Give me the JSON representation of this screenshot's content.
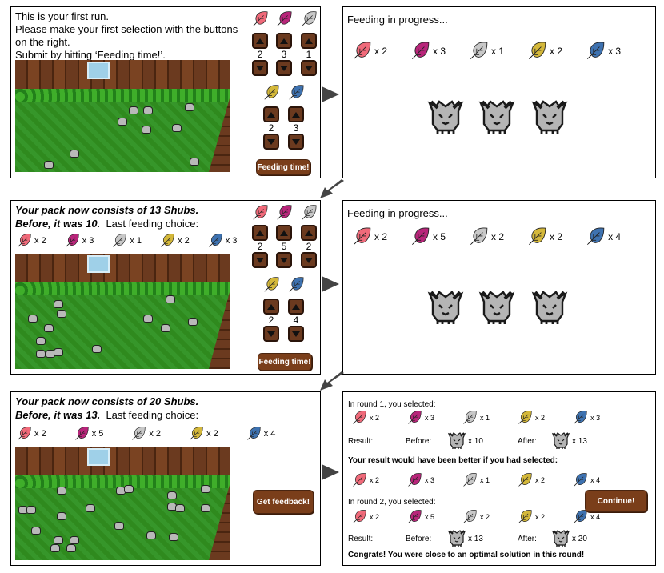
{
  "colors": {
    "pink": "#f06a7a",
    "magenta": "#b8257a",
    "silver": "#c8c8c8",
    "gold": "#d4b83a",
    "blue": "#3e72b0",
    "button_brown": "#7a3e1a"
  },
  "panel1": {
    "lines": [
      "This is your first run.",
      "Please make your first selection with the buttons",
      "on the right.",
      "Submit by hitting ‘Feeding time!’."
    ],
    "steppers": [
      "2",
      "3",
      "1",
      "2",
      "3"
    ],
    "button": "Feeding time!"
  },
  "panel2": {
    "title": "Feeding in progress...",
    "counts": [
      "x 2",
      "x 3",
      "x 1",
      "x 2",
      "x 3"
    ]
  },
  "panel3": {
    "line1": "Your pack now consists of 13 Shubs.",
    "line2_bold": "Before, it was 10.",
    "line2_rest": "Last feeding choice:",
    "counts": [
      "x 2",
      "x 3",
      "x 1",
      "x 2",
      "x 3"
    ],
    "steppers": [
      "2",
      "5",
      "2",
      "2",
      "4"
    ],
    "button": "Feeding time!"
  },
  "panel4": {
    "title": "Feeding in progress...",
    "counts": [
      "x 2",
      "x 5",
      "x 2",
      "x 2",
      "x 4"
    ]
  },
  "panel5": {
    "line1": "Your pack now consists of 20 Shubs.",
    "line2_bold": "Before, it was 13.",
    "line2_rest": "Last feeding choice:",
    "counts": [
      "x 2",
      "x 5",
      "x 2",
      "x 2",
      "x 4"
    ],
    "button": "Get feedback!"
  },
  "panel6": {
    "round1_label": "In round 1, you selected:",
    "round1_counts": [
      "x 2",
      "x 3",
      "x 1",
      "x 2",
      "x 3"
    ],
    "result_label": "Result:",
    "before_label": "Before:",
    "after_label": "After:",
    "round1_before": "x 10",
    "round1_after": "x 13",
    "better_label": "Your result would have been better if you had selected:",
    "better_counts": [
      "x 2",
      "x 3",
      "x 1",
      "x 2",
      "x 4"
    ],
    "round2_label": "In round 2, you selected:",
    "round2_counts": [
      "x 2",
      "x 5",
      "x 2",
      "x 2",
      "x 4"
    ],
    "round2_before": "x 13",
    "round2_after": "x 20",
    "congrats": "Congrats! You were close to an optimal solution in this round!",
    "button": "Continue!"
  }
}
